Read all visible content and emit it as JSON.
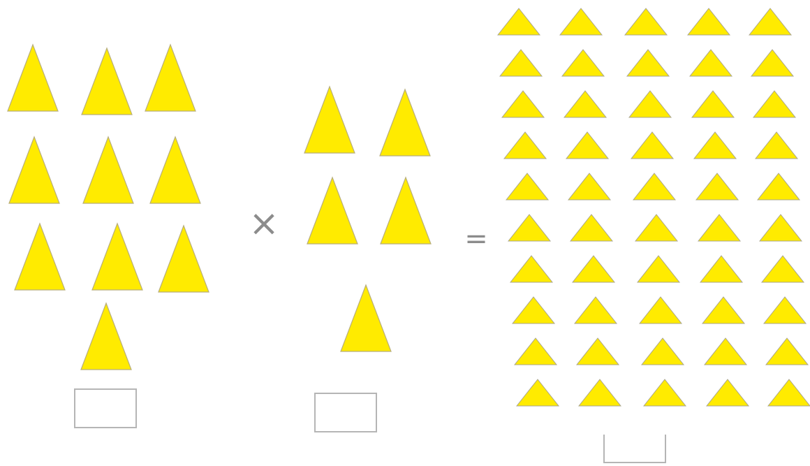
{
  "puzzle": {
    "operands": [
      {
        "triangle_count": 10,
        "answer_value": ""
      },
      {
        "triangle_count": 5,
        "answer_value": ""
      }
    ],
    "operator_symbol": "×",
    "equals_symbol": "=",
    "result": {
      "triangle_count": 50,
      "rows": 10,
      "columns": 5,
      "answer_value": ""
    }
  },
  "colors": {
    "triangle_fill": "#ffeb00",
    "box_border": "#b5b5b5",
    "symbol": "#8c8c8c"
  }
}
